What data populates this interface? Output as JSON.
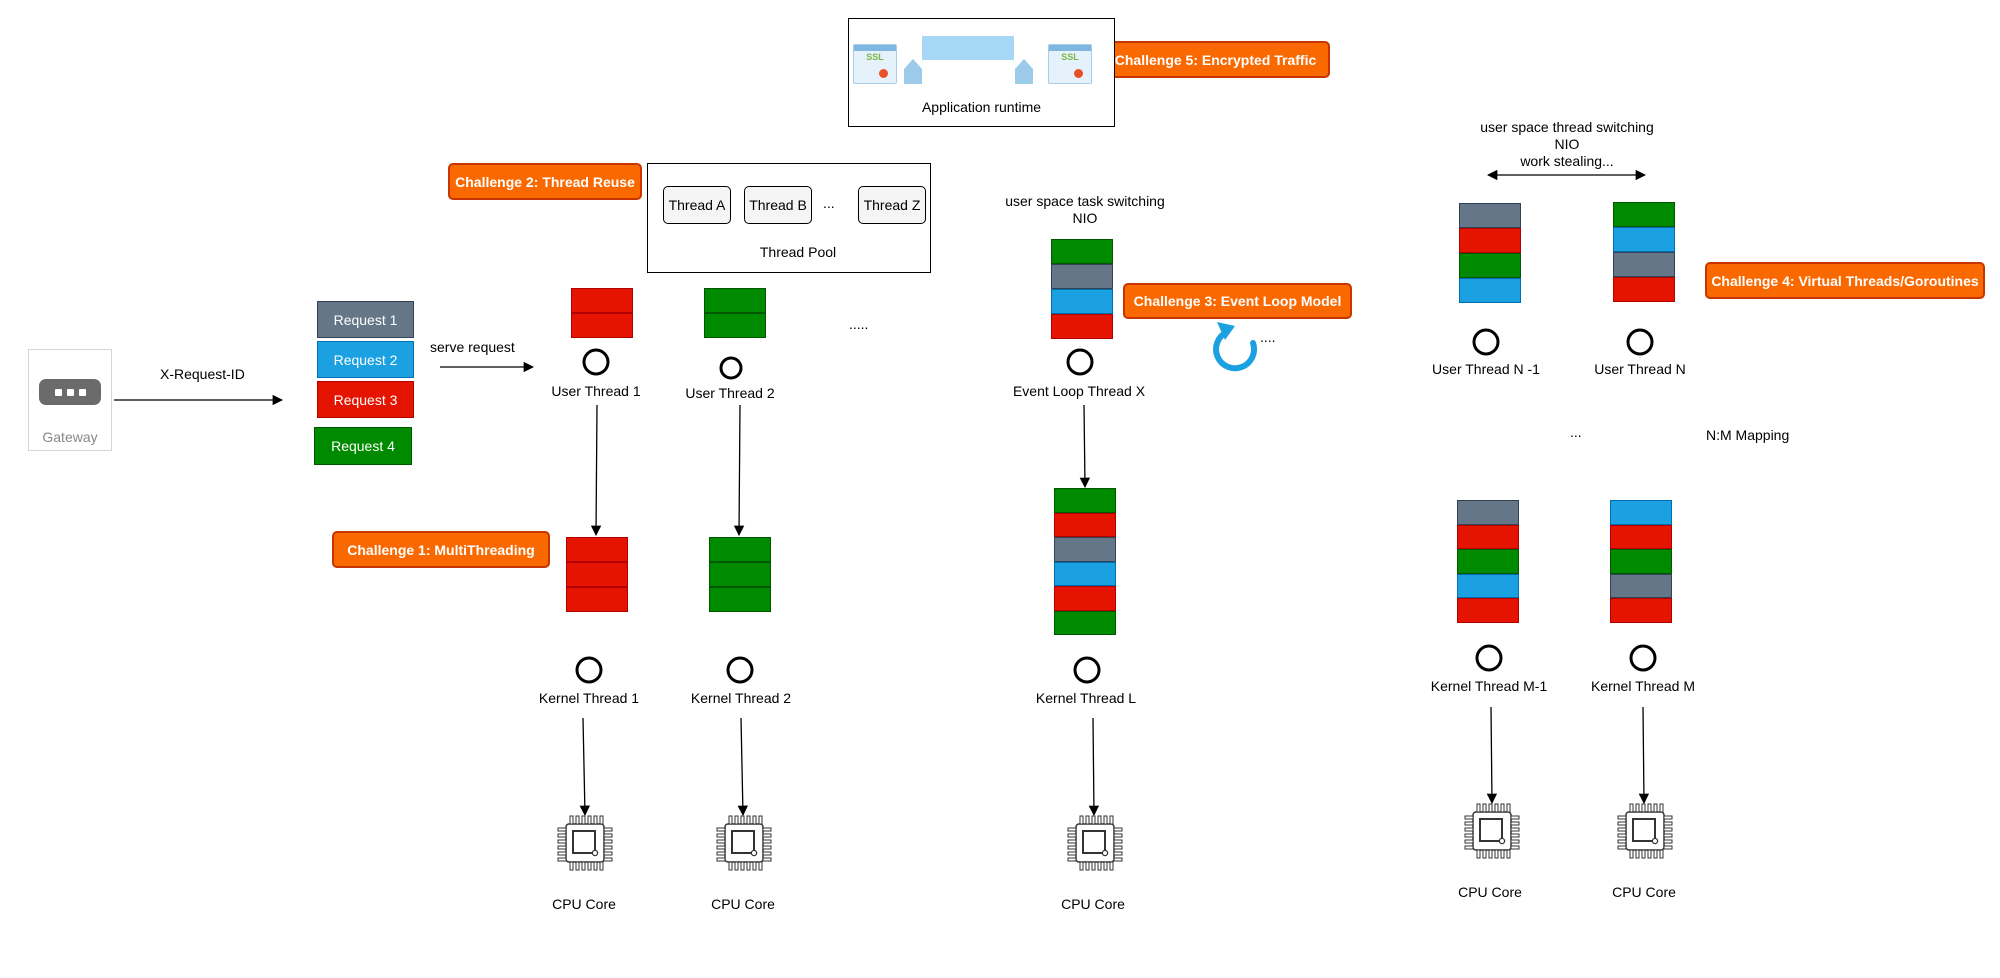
{
  "colors": {
    "gray": "#647687",
    "blue": "#1ba1e2",
    "red": "#e51400",
    "green": "#008a00",
    "challenge_fill": "#fa6800",
    "challenge_border": "#c73500",
    "loop_icon": "#1ba1e2"
  },
  "gateway": {
    "label": "Gateway",
    "icon": "gateway-icon"
  },
  "edge_labels": {
    "x_request_id": "X-Request-ID",
    "serve_request": "serve request"
  },
  "requests": [
    {
      "label": "Request  1",
      "color": "gray"
    },
    {
      "label": "Request  2",
      "color": "blue"
    },
    {
      "label": "Request  3",
      "color": "red"
    },
    {
      "label": "Request  4",
      "color": "green"
    }
  ],
  "challenges": {
    "c1": "Challenge 1: MultiThreading",
    "c2": "Challenge 2: Thread Reuse",
    "c3": "Challenge 3: Event Loop Model",
    "c4": "Challenge 4: Virtual Threads/Goroutines",
    "c5": "Challenge 5: Encrypted Traffic"
  },
  "runtime": {
    "label": "Application runtime",
    "ssl_label": "SSL"
  },
  "thread_pool": {
    "label": "Thread Pool",
    "threads": [
      "Thread A",
      "Thread B",
      "...",
      "Thread Z"
    ]
  },
  "multithreading": {
    "user_threads": [
      {
        "label": "User Thread 1",
        "stack": [
          "red",
          "red"
        ]
      },
      {
        "label": "User Thread 2",
        "stack": [
          "green",
          "green"
        ]
      }
    ],
    "more": ".....",
    "kernel_threads": [
      {
        "label": "Kernel Thread 1",
        "stack": [
          "red",
          "red",
          "red"
        ]
      },
      {
        "label": "Kernel Thread 2",
        "stack": [
          "green",
          "green",
          "green"
        ]
      }
    ],
    "cpu_labels": [
      "CPU Core",
      "CPU Core"
    ]
  },
  "event_loop": {
    "caption_line1": "user space task switching",
    "caption_line2": "NIO",
    "thread_label": "Event Loop Thread X",
    "stack": [
      "green",
      "gray",
      "blue",
      "red"
    ],
    "more": "....",
    "kernel_label": "Kernel Thread L",
    "kernel_stack": [
      "green",
      "red",
      "gray",
      "blue",
      "red",
      "green"
    ],
    "cpu_label": "CPU Core"
  },
  "virtual_threads": {
    "caption_line1": "user space thread switching",
    "caption_line2": "NIO",
    "caption_line3": "work stealing...",
    "user_threads": [
      {
        "label": "User Thread N -1",
        "stack": [
          "gray",
          "red",
          "green",
          "blue"
        ]
      },
      {
        "label": "User Thread N",
        "stack": [
          "green",
          "blue",
          "gray",
          "red"
        ]
      }
    ],
    "ellipsis": "...",
    "mapping_label": "N:M Mapping",
    "kernel_threads": [
      {
        "label": "Kernel Thread M-1",
        "stack": [
          "gray",
          "red",
          "green",
          "blue",
          "red"
        ]
      },
      {
        "label": "Kernel Thread M",
        "stack": [
          "blue",
          "red",
          "green",
          "gray",
          "red"
        ]
      }
    ],
    "cpu_labels": [
      "CPU Core",
      "CPU Core"
    ]
  }
}
